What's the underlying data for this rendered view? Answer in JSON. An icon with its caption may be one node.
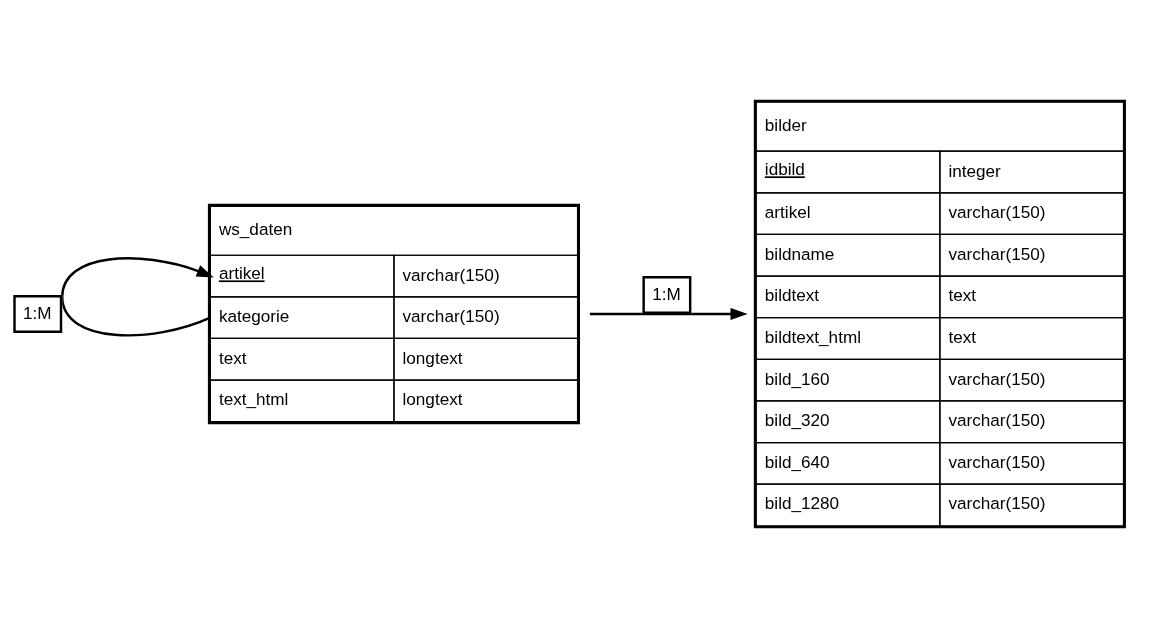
{
  "diagram": {
    "nodes": [
      {
        "text": [
          "ws_daten",
          "artikel",
          "varchar(150)",
          "kategorie",
          "varchar(150)",
          "text",
          "longtext",
          "text_html",
          "longtext"
        ]
      },
      {
        "text": [
          "bilder",
          "idbild",
          "integer",
          "artikel",
          "varchar(150)",
          "bildname",
          "varchar(150)",
          "bildtext",
          "text",
          "bildtext_html",
          "text",
          "bild_160",
          "varchar(150)",
          "bild_320",
          "varchar(150)",
          "bild_640",
          "varchar(150)",
          "bild_1280",
          "varchar(150)"
        ]
      }
    ],
    "edges": [
      {
        "from": 0,
        "to": 1,
        "arrow": "to",
        "label": "1:M"
      },
      {
        "from": 0,
        "to": 0,
        "arrow": "to",
        "label": "1:M"
      }
    ]
  }
}
